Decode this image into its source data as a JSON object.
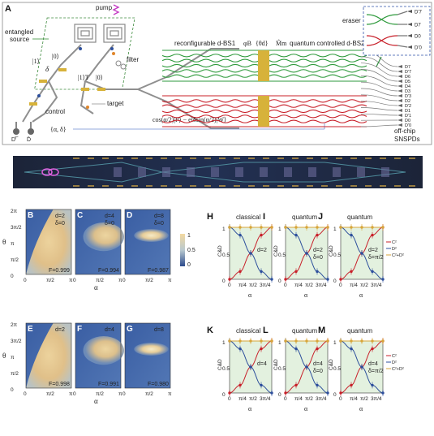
{
  "panel_a": {
    "label": "A",
    "pump": "pump",
    "entangled_source": "entangled",
    "entangled_source2": "source",
    "filter": "filter",
    "control": "control",
    "target": "target",
    "ket_one": "|1⟩",
    "ket_zero": "|0⟩",
    "delta": "δ",
    "ket_one_t": "|1⟩T",
    "ket_zero_t": "|0⟩",
    "alpha_delta": "{α, δ}",
    "d1": "D'̅",
    "d0": "D̄",
    "bs1": "reconfigurable d-BS1",
    "phi": "φB",
    "theta": "{θd}",
    "mm": "M̂m",
    "bs2": "quantum controlled d-BS2",
    "eraser": "eraser",
    "off_chip": "off-chip",
    "snspds": "SNSPDs",
    "formula": "cos(α/2)|P⟩ − eiδsin(α/2)|W⟩",
    "eraser_detectors": [
      "D'7",
      "D7",
      "D0",
      "D'0"
    ],
    "detectors": [
      "D7",
      "D'7",
      "D6",
      "D5",
      "D4",
      "D3",
      "D'3",
      "D2",
      "D'2",
      "D1",
      "D'1",
      "D0",
      "D'0"
    ]
  },
  "colors": {
    "green": "#2e9a3c",
    "red": "#c8202a",
    "gold": "#d7b23a",
    "blue": "#2d4f9c",
    "chip_bg": "#1d2740"
  },
  "heatmaps": {
    "y_axis_label": "θ",
    "x_axis_label": "α",
    "y_ticks": [
      "2π",
      "3π/2",
      "π",
      "π/2",
      "0"
    ],
    "x_ticks": [
      "0",
      "π/2",
      "π"
    ],
    "colorbar": [
      "1",
      "0.5",
      "0"
    ],
    "top": [
      {
        "label": "B",
        "d": "d=2",
        "delta": "δ=0",
        "F": "F=0.999"
      },
      {
        "label": "C",
        "d": "d=4",
        "delta": "δ=0",
        "F": "F=0.994"
      },
      {
        "label": "D",
        "d": "d=8",
        "delta": "δ=0",
        "F": "F=0.987"
      }
    ],
    "bottom": [
      {
        "label": "E",
        "d": "d=2",
        "delta": "",
        "F": "F=0.998"
      },
      {
        "label": "F",
        "d": "d=4",
        "delta": "",
        "F": "F=0.991"
      },
      {
        "label": "G",
        "d": "d=8",
        "delta": "",
        "F": "F=0.980"
      }
    ]
  },
  "chart_data": [
    {
      "type": "scatter",
      "label": "H",
      "title": "classical",
      "ylabel": "C&D",
      "xlabel": "α",
      "note": "d=2",
      "note2": "",
      "x_ticks": [
        "0",
        "π/4",
        "π/2",
        "3π/4"
      ],
      "y_ticks": [
        "1",
        "0.5",
        "0"
      ],
      "ylim": [
        0,
        1
      ],
      "series": [
        {
          "values": [
            0.0,
            0.15,
            0.5,
            0.85,
            1.0
          ]
        },
        {
          "values": [
            1.0,
            0.85,
            0.5,
            0.15,
            0.0
          ]
        },
        {
          "values": [
            1.0,
            1.0,
            1.0,
            1.0,
            1.0
          ]
        }
      ]
    },
    {
      "type": "scatter",
      "label": "I",
      "title": "quantum",
      "ylabel": "C&D",
      "xlabel": "α",
      "note": "d=2",
      "note2": "δ=0",
      "x_ticks": [
        "0",
        "π/4",
        "π/2",
        "3π/4"
      ],
      "y_ticks": [
        "1",
        "0.5",
        "0"
      ],
      "ylim": [
        0,
        1
      ],
      "series": [
        {
          "values": [
            0.0,
            0.15,
            0.5,
            0.85,
            1.0
          ]
        },
        {
          "values": [
            1.0,
            0.85,
            0.5,
            0.15,
            0.0
          ]
        },
        {
          "values": [
            1.0,
            1.0,
            1.0,
            1.0,
            1.0
          ]
        }
      ]
    },
    {
      "type": "scatter",
      "label": "J",
      "title": "quantum",
      "ylabel": "C&D",
      "xlabel": "α",
      "note": "d=2",
      "note2": "δ=π/2",
      "legend": [
        "C²",
        "D²",
        "C²+D²"
      ],
      "x_ticks": [
        "0",
        "π/4",
        "π/2",
        "3π/4"
      ],
      "y_ticks": [
        "1",
        "0.5",
        "0"
      ],
      "ylim": [
        0,
        1
      ],
      "series": [
        {
          "values": [
            0.0,
            0.15,
            0.5,
            0.85,
            1.0
          ]
        },
        {
          "values": [
            1.0,
            0.85,
            0.5,
            0.15,
            0.0
          ]
        },
        {
          "values": [
            1.0,
            1.0,
            1.0,
            1.0,
            1.0
          ]
        }
      ]
    },
    {
      "type": "scatter",
      "label": "K",
      "title": "classical",
      "ylabel": "C&D",
      "xlabel": "α",
      "note": "d=4",
      "note2": "",
      "x_ticks": [
        "0",
        "π/4",
        "π/2",
        "3π/4"
      ],
      "y_ticks": [
        "1",
        "0.5",
        "0"
      ],
      "ylim": [
        0,
        1
      ],
      "series": [
        {
          "values": [
            0.0,
            0.15,
            0.5,
            0.85,
            1.0
          ]
        },
        {
          "values": [
            1.0,
            0.85,
            0.5,
            0.15,
            0.0
          ]
        },
        {
          "values": [
            1.0,
            1.0,
            1.0,
            1.0,
            1.0
          ]
        }
      ]
    },
    {
      "type": "scatter",
      "label": "L",
      "title": "quantum",
      "ylabel": "C&D",
      "xlabel": "α",
      "note": "d=4",
      "note2": "δ=0",
      "x_ticks": [
        "0",
        "π/4",
        "π/2",
        "3π/4"
      ],
      "y_ticks": [
        "1",
        "0.5",
        "0"
      ],
      "ylim": [
        0,
        1
      ],
      "series": [
        {
          "values": [
            0.0,
            0.15,
            0.5,
            0.85,
            1.0
          ]
        },
        {
          "values": [
            1.0,
            0.85,
            0.5,
            0.15,
            0.0
          ]
        },
        {
          "values": [
            1.0,
            1.0,
            1.0,
            1.0,
            1.0
          ]
        }
      ]
    },
    {
      "type": "scatter",
      "label": "M",
      "title": "quantum",
      "ylabel": "C&D",
      "xlabel": "α",
      "note": "d=4",
      "note2": "δ=π/2",
      "legend": [
        "C²",
        "D²",
        "C²+D²"
      ],
      "x_ticks": [
        "0",
        "π/4",
        "π/2",
        "3π/4"
      ],
      "y_ticks": [
        "1",
        "0.5",
        "0"
      ],
      "ylim": [
        0,
        1
      ],
      "series": [
        {
          "values": [
            0.0,
            0.15,
            0.5,
            0.85,
            1.0
          ]
        },
        {
          "values": [
            1.0,
            0.85,
            0.5,
            0.15,
            0.0
          ]
        },
        {
          "values": [
            1.0,
            1.0,
            1.0,
            1.0,
            1.0
          ]
        }
      ]
    }
  ]
}
